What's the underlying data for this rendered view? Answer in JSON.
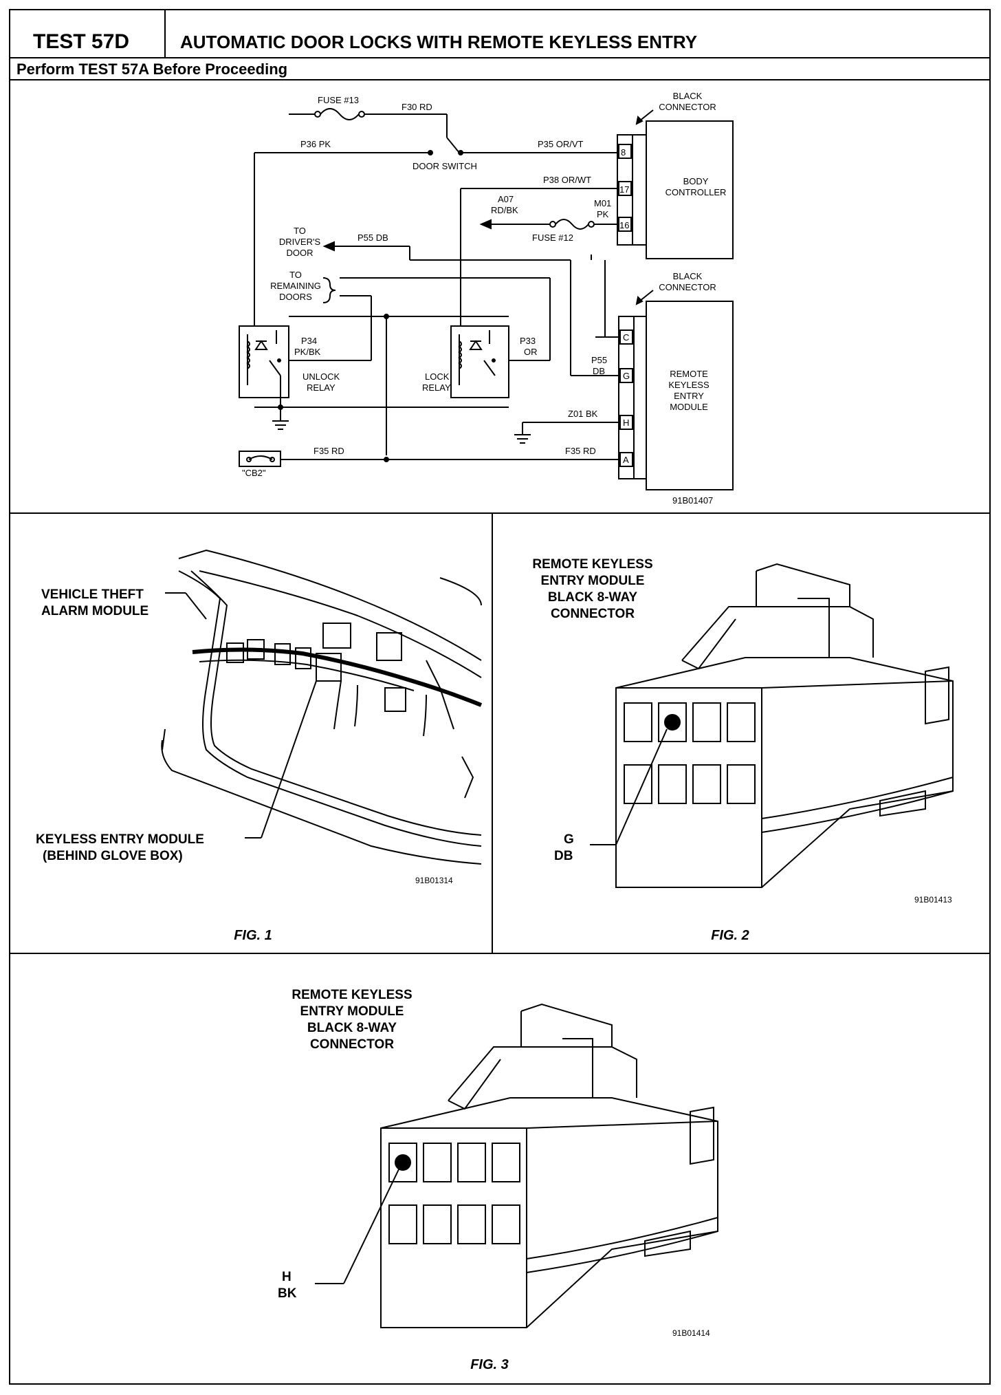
{
  "header": {
    "test_id": "TEST 57D",
    "title": "AUTOMATIC DOOR LOCKS WITH REMOTE KEYLESS ENTRY",
    "subtitle": "Perform TEST 57A Before Proceeding"
  },
  "schematic": {
    "fuse13": "FUSE #13",
    "f30": "F30 RD",
    "p36": "P36 PK",
    "door_switch": "DOOR SWITCH",
    "p35": "P35 OR/VT",
    "p38": "P38 OR/WT",
    "a07a": "A07",
    "a07b": "RD/BK",
    "m01a": "M01",
    "m01b": "PK",
    "fuse12": "FUSE #12",
    "to_driver_a": "TO",
    "to_driver_b": "DRIVER'S",
    "to_driver_c": "DOOR",
    "p55_top": "P55 DB",
    "to_rem_a": "TO",
    "to_rem_b": "REMAINING",
    "to_rem_c": "DOORS",
    "p34a": "P34",
    "p34b": "PK/BK",
    "unlock_a": "UNLOCK",
    "unlock_b": "RELAY",
    "lock_a": "LOCK",
    "lock_b": "RELAY",
    "p33a": "P33",
    "p33b": "OR",
    "p55a": "P55",
    "p55b": "DB",
    "z01": "Z01 BK",
    "f35_left": "F35 RD",
    "f35_right": "F35 RD",
    "cb2": "\"CB2\"",
    "black_conn_top_a": "BLACK",
    "black_conn_top_b": "CONNECTOR",
    "black_conn_bot_a": "BLACK",
    "black_conn_bot_b": "CONNECTOR",
    "body_ctrl_a": "BODY",
    "body_ctrl_b": "CONTROLLER",
    "rke_a": "REMOTE",
    "rke_b": "KEYLESS",
    "rke_c": "ENTRY",
    "rke_d": "MODULE",
    "pin8": "8",
    "pin17": "17",
    "pin16": "16",
    "pinC": "C",
    "pinG": "G",
    "pinH": "H",
    "pinA": "A",
    "code": "91B01407"
  },
  "fig1": {
    "theft_a": "VEHICLE THEFT",
    "theft_b": "ALARM MODULE",
    "keyless_a": "KEYLESS ENTRY MODULE",
    "keyless_b": "(BEHIND GLOVE BOX)",
    "code": "91B01314",
    "caption": "FIG. 1"
  },
  "fig2": {
    "t1": "REMOTE KEYLESS",
    "t2": "ENTRY MODULE",
    "t3": "BLACK 8-WAY",
    "t4": "CONNECTOR",
    "pin": "G",
    "color": "DB",
    "code": "91B01413",
    "caption": "FIG. 2"
  },
  "fig3": {
    "t1": "REMOTE KEYLESS",
    "t2": "ENTRY MODULE",
    "t3": "BLACK 8-WAY",
    "t4": "CONNECTOR",
    "pin": "H",
    "color": "BK",
    "code": "91B01414",
    "caption": "FIG. 3"
  }
}
